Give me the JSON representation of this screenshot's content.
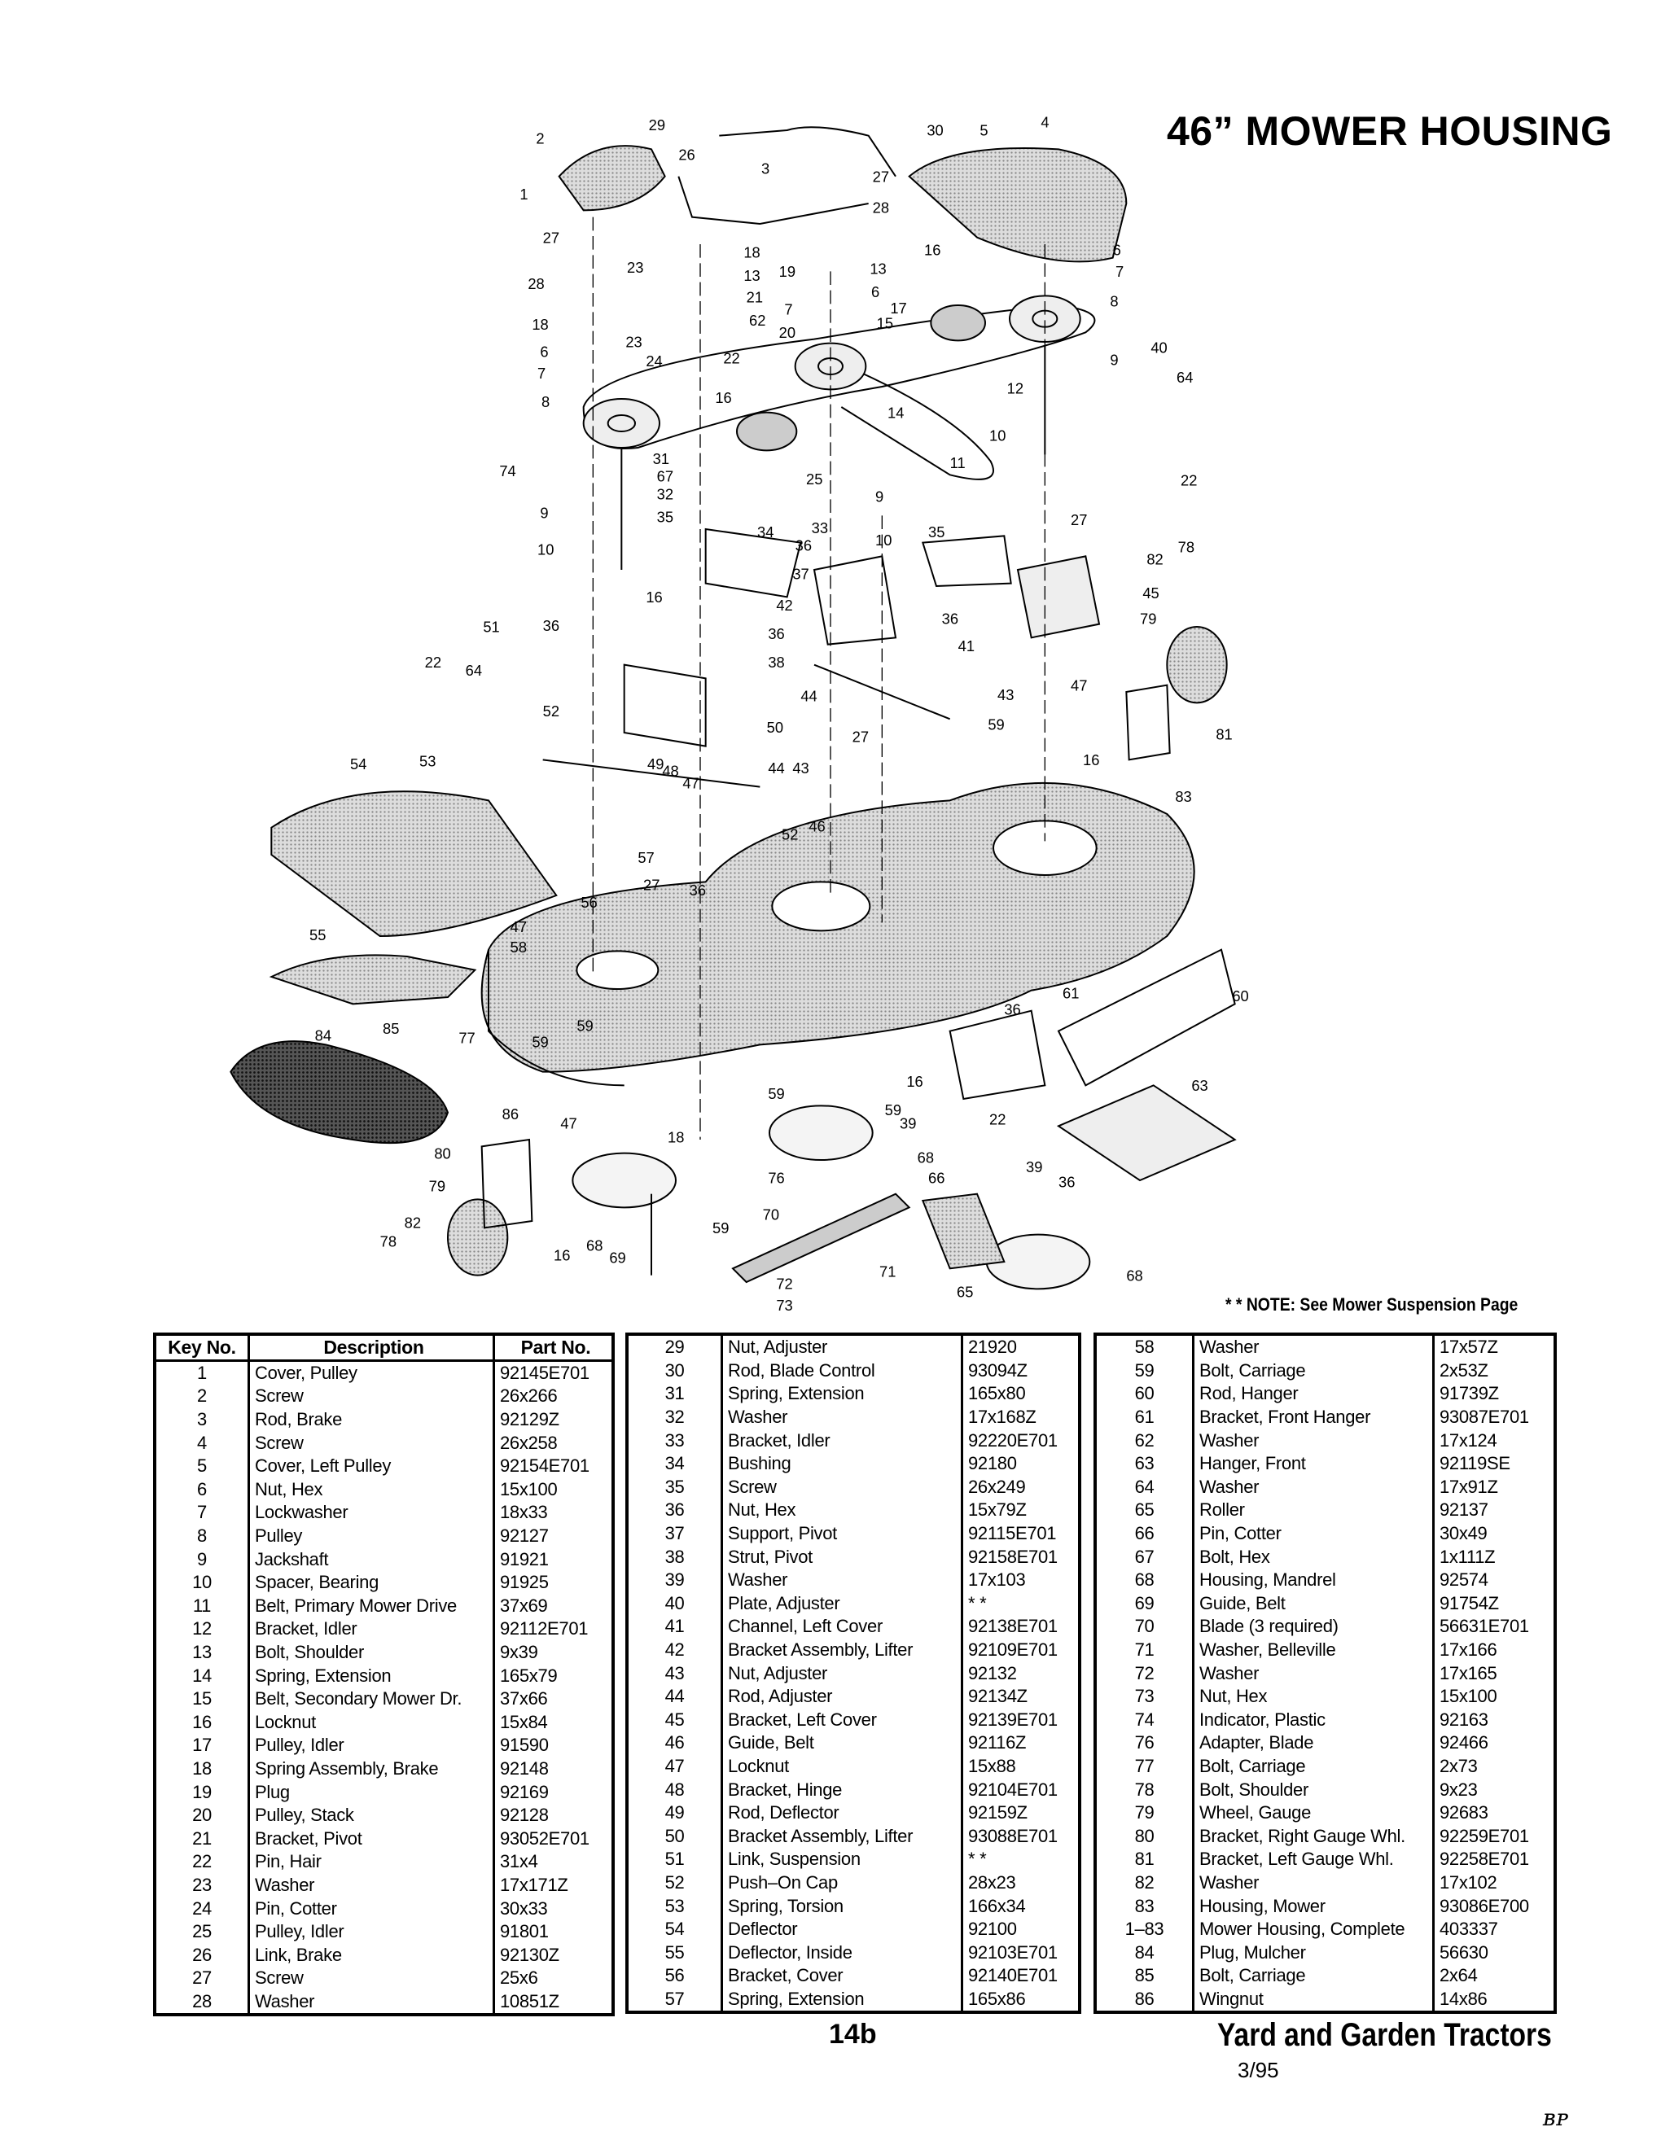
{
  "title": "46” MOWER HOUSING",
  "note": "* * NOTE: See Mower Suspension Page",
  "page_number": "14b",
  "footer_title": "Yard and Garden Tractors",
  "date": "3/95",
  "initials": "BP",
  "table_headers": {
    "key": "Key No.",
    "description": "Description",
    "part": "Part No."
  },
  "parts_columns": [
    [
      [
        "1",
        "Cover, Pulley",
        "92145E701"
      ],
      [
        "2",
        "Screw",
        "26x266"
      ],
      [
        "3",
        "Rod, Brake",
        "92129Z"
      ],
      [
        "4",
        "Screw",
        "26x258"
      ],
      [
        "5",
        "Cover, Left Pulley",
        "92154E701"
      ],
      [
        "6",
        "Nut, Hex",
        "15x100"
      ],
      [
        "7",
        "Lockwasher",
        "18x33"
      ],
      [
        "8",
        "Pulley",
        "92127"
      ],
      [
        "9",
        "Jackshaft",
        "91921"
      ],
      [
        "10",
        "Spacer, Bearing",
        "91925"
      ],
      [
        "11",
        "Belt, Primary Mower Drive",
        "37x69"
      ],
      [
        "12",
        "Bracket, Idler",
        "92112E701"
      ],
      [
        "13",
        "Bolt, Shoulder",
        "9x39"
      ],
      [
        "14",
        "Spring, Extension",
        "165x79"
      ],
      [
        "15",
        "Belt, Secondary Mower Dr.",
        "37x66"
      ],
      [
        "16",
        "Locknut",
        "15x84"
      ],
      [
        "17",
        "Pulley, Idler",
        "91590"
      ],
      [
        "18",
        "Spring Assembly, Brake",
        "92148"
      ],
      [
        "19",
        "Plug",
        "92169"
      ],
      [
        "20",
        "Pulley, Stack",
        "92128"
      ],
      [
        "21",
        "Bracket, Pivot",
        "93052E701"
      ],
      [
        "22",
        "Pin, Hair",
        "31x4"
      ],
      [
        "23",
        "Washer",
        "17x171Z"
      ],
      [
        "24",
        "Pin, Cotter",
        "30x33"
      ],
      [
        "25",
        "Pulley, Idler",
        "91801"
      ],
      [
        "26",
        "Link, Brake",
        "92130Z"
      ],
      [
        "27",
        "Screw",
        "25x6"
      ],
      [
        "28",
        "Washer",
        "10851Z"
      ]
    ],
    [
      [
        "29",
        "Nut, Adjuster",
        "21920"
      ],
      [
        "30",
        "Rod, Blade Control",
        "93094Z"
      ],
      [
        "31",
        "Spring, Extension",
        "165x80"
      ],
      [
        "32",
        "Washer",
        "17x168Z"
      ],
      [
        "33",
        "Bracket, Idler",
        "92220E701"
      ],
      [
        "34",
        "Bushing",
        "92180"
      ],
      [
        "35",
        "Screw",
        "26x249"
      ],
      [
        "36",
        "Nut, Hex",
        "15x79Z"
      ],
      [
        "37",
        "Support, Pivot",
        "92115E701"
      ],
      [
        "38",
        "Strut, Pivot",
        "92158E701"
      ],
      [
        "39",
        "Washer",
        "17x103"
      ],
      [
        "40",
        "Plate, Adjuster",
        "* *"
      ],
      [
        "41",
        "Channel, Left Cover",
        "92138E701"
      ],
      [
        "42",
        "Bracket Assembly, Lifter",
        "92109E701"
      ],
      [
        "43",
        "Nut, Adjuster",
        "92132"
      ],
      [
        "44",
        "Rod, Adjuster",
        "92134Z"
      ],
      [
        "45",
        "Bracket, Left Cover",
        "92139E701"
      ],
      [
        "46",
        "Guide, Belt",
        "92116Z"
      ],
      [
        "47",
        "Locknut",
        "15x88"
      ],
      [
        "48",
        "Bracket, Hinge",
        "92104E701"
      ],
      [
        "49",
        "Rod, Deflector",
        "92159Z"
      ],
      [
        "50",
        "Bracket Assembly, Lifter",
        "93088E701"
      ],
      [
        "51",
        "Link, Suspension",
        "* *"
      ],
      [
        "52",
        "Push–On Cap",
        "28x23"
      ],
      [
        "53",
        "Spring, Torsion",
        "166x34"
      ],
      [
        "54",
        "Deflector",
        "92100"
      ],
      [
        "55",
        "Deflector, Inside",
        "92103E701"
      ],
      [
        "56",
        "Bracket, Cover",
        "92140E701"
      ],
      [
        "57",
        "Spring, Extension",
        "165x86"
      ]
    ],
    [
      [
        "58",
        "Washer",
        "17x57Z"
      ],
      [
        "59",
        "Bolt, Carriage",
        "2x53Z"
      ],
      [
        "60",
        "Rod, Hanger",
        "91739Z"
      ],
      [
        "61",
        "Bracket, Front Hanger",
        "93087E701"
      ],
      [
        "62",
        "Washer",
        "17x124"
      ],
      [
        "63",
        "Hanger, Front",
        "92119SE"
      ],
      [
        "64",
        "Washer",
        "17x91Z"
      ],
      [
        "65",
        "Roller",
        "92137"
      ],
      [
        "66",
        "Pin, Cotter",
        "30x49"
      ],
      [
        "67",
        "Bolt, Hex",
        "1x111Z"
      ],
      [
        "68",
        "Housing, Mandrel",
        "92574"
      ],
      [
        "69",
        "Guide, Belt",
        "91754Z"
      ],
      [
        "70",
        "Blade (3 required)",
        "56631E701"
      ],
      [
        "71",
        "Washer, Belleville",
        "17x166"
      ],
      [
        "72",
        "Washer",
        "17x165"
      ],
      [
        "73",
        "Nut, Hex",
        "15x100"
      ],
      [
        "74",
        "Indicator, Plastic",
        "92163"
      ],
      [
        "76",
        "Adapter, Blade",
        "92466"
      ],
      [
        "77",
        "Bolt, Carriage",
        "2x73"
      ],
      [
        "78",
        "Bolt, Shoulder",
        "9x23"
      ],
      [
        "79",
        "Wheel, Gauge",
        "92683"
      ],
      [
        "80",
        "Bracket, Right Gauge Whl.",
        "92259E701"
      ],
      [
        "81",
        "Bracket, Left Gauge Whl.",
        "92258E701"
      ],
      [
        "82",
        "Washer",
        "17x102"
      ],
      [
        "83",
        "Housing, Mower",
        "93086E700"
      ],
      [
        "1–83",
        "Mower Housing, Complete",
        "403337"
      ],
      [
        "84",
        "Plug, Mulcher",
        "56630"
      ],
      [
        "85",
        "Bolt, Carriage",
        "2x64"
      ],
      [
        "86",
        "Wingnut",
        "14x86"
      ]
    ]
  ],
  "callouts": [
    "2",
    "29",
    "30",
    "5",
    "4",
    "26",
    "3",
    "27",
    "28",
    "1",
    "27",
    "18",
    "13",
    "19",
    "21",
    "16",
    "13",
    "6",
    "17",
    "15",
    "6",
    "7",
    "8",
    "28",
    "23",
    "18",
    "7",
    "62",
    "20",
    "22",
    "23",
    "24",
    "6",
    "7",
    "16",
    "9",
    "40",
    "64",
    "12",
    "14",
    "8",
    "10",
    "11",
    "22",
    "74",
    "31",
    "67",
    "32",
    "25",
    "9",
    "27",
    "9",
    "35",
    "34",
    "33",
    "35",
    "36",
    "10",
    "10",
    "37",
    "78",
    "82",
    "45",
    "16",
    "42",
    "36",
    "36",
    "36",
    "41",
    "79",
    "51",
    "38",
    "22",
    "64",
    "47",
    "44",
    "43",
    "52",
    "50",
    "27",
    "59",
    "81",
    "53",
    "54",
    "49",
    "48",
    "47",
    "44",
    "43",
    "16",
    "83",
    "52",
    "46",
    "57",
    "27",
    "36",
    "56",
    "47",
    "58",
    "55",
    "60",
    "61",
    "36",
    "59",
    "77",
    "59",
    "85",
    "84",
    "63",
    "59",
    "16",
    "59",
    "39",
    "22",
    "86",
    "47",
    "18",
    "80",
    "68",
    "66",
    "39",
    "36",
    "76",
    "79",
    "59",
    "70",
    "82",
    "78",
    "16",
    "68",
    "69",
    "71",
    "72",
    "73",
    "65",
    "68"
  ]
}
